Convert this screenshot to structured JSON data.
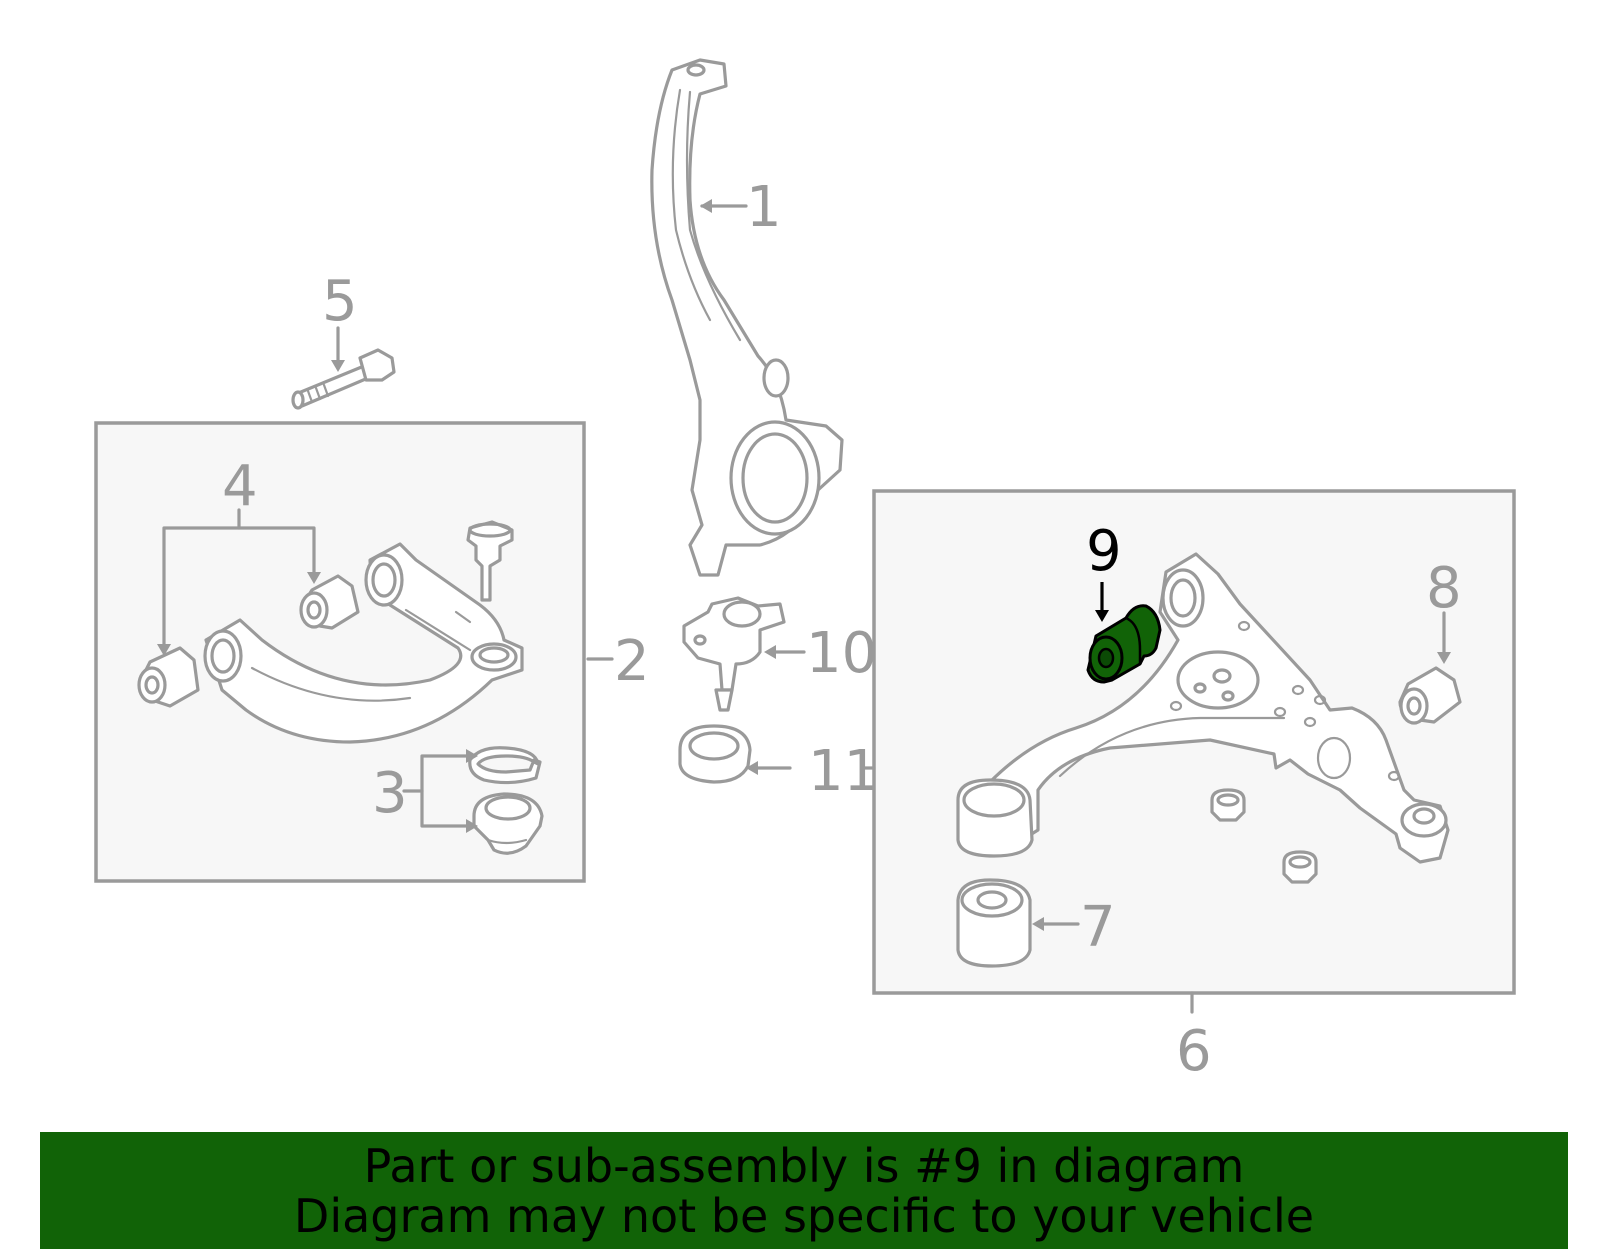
{
  "callouts": {
    "c1": "1",
    "c2": "2",
    "c3": "3",
    "c4": "4",
    "c5": "5",
    "c6": "6",
    "c7": "7",
    "c8": "8",
    "c9": "9",
    "c10": "10",
    "c11": "11"
  },
  "highlight": {
    "part": "9",
    "color": "#116307"
  },
  "colors": {
    "line": "#9a9a9a",
    "box_fill": "#f7f7f7",
    "banner": "#116307"
  },
  "banner": {
    "line1": "Part or sub-assembly is #9 in diagram",
    "line2": "Diagram may not be specific to your vehicle"
  }
}
